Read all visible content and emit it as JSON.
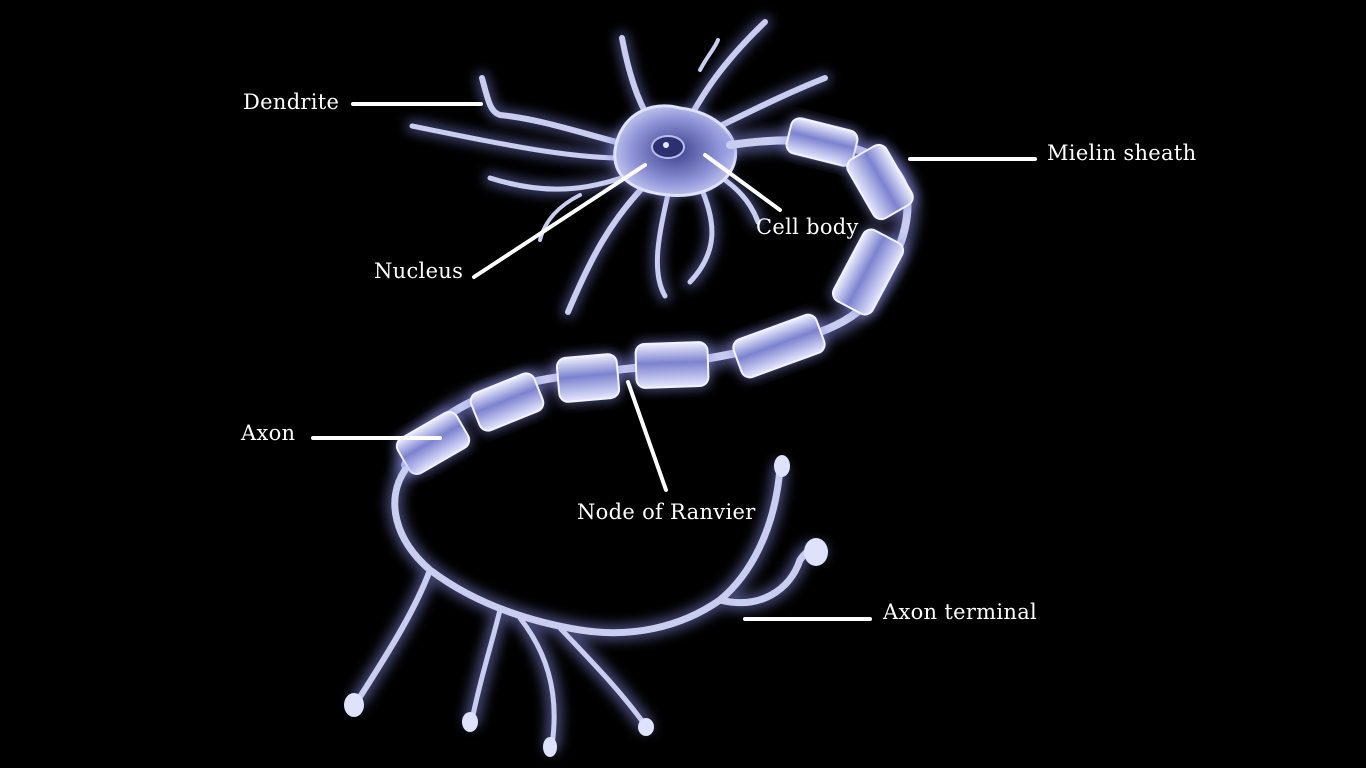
{
  "labels": {
    "dendrite": "Dendrite",
    "mielin_sheath": "Mielin sheath",
    "cell_body": "Cell body",
    "nucleus": "Nucleus",
    "axon": "Axon",
    "node_of_ranvier": "Node of Ranvier",
    "axon_terminal": "Axon terminal"
  },
  "colors": {
    "background": "#000000",
    "neuron_fill": "#c9cdf0",
    "neuron_edge": "#6a70c8",
    "glow": "#8a90e8",
    "pointer": "#ffffff"
  }
}
